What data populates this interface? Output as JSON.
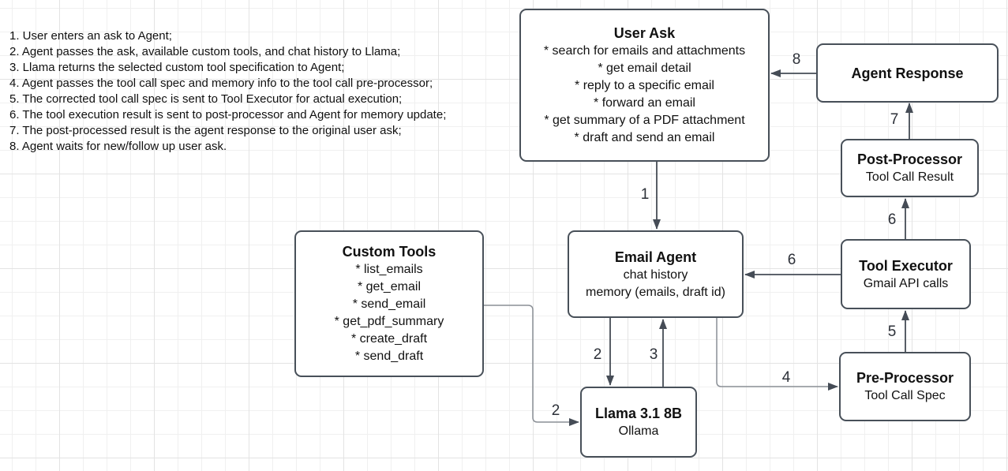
{
  "diagram": {
    "notes": [
      "1. User enters an ask to Agent;",
      "2. Agent passes the ask, available custom tools, and chat history to Llama;",
      "3. Llama returns the selected custom tool specification to Agent;",
      "4. Agent passes the tool call spec and memory info to the tool call pre-processor;",
      "5. The corrected tool call spec is sent to Tool Executor for actual execution;",
      "6. The tool execution result is sent to post-processor and Agent for memory update;",
      "7. The post-processed result is the agent response to the original user ask;",
      "8. Agent waits for new/follow up user ask."
    ],
    "nodes": {
      "user_ask": {
        "title": "User Ask",
        "lines": [
          "* search for emails and attachments",
          "* get email detail",
          "* reply to a specific email",
          "* forward an email",
          "* get summary of a PDF attachment",
          "* draft and send an email"
        ]
      },
      "agent_response": {
        "title": "Agent Response"
      },
      "post_processor": {
        "title": "Post-Processor",
        "subtitle": "Tool Call Result"
      },
      "tool_executor": {
        "title": "Tool Executor",
        "subtitle": "Gmail API calls"
      },
      "pre_processor": {
        "title": "Pre-Processor",
        "subtitle": "Tool Call Spec"
      },
      "email_agent": {
        "title": "Email Agent",
        "lines": [
          "chat history",
          "memory (emails, draft id)"
        ]
      },
      "custom_tools": {
        "title": "Custom Tools",
        "lines": [
          "* list_emails",
          "* get_email",
          "* send_email",
          "* get_pdf_summary",
          "* create_draft",
          "* send_draft"
        ]
      },
      "llama": {
        "title": "Llama 3.1 8B",
        "subtitle": "Ollama"
      }
    },
    "edge_labels": {
      "step1": "1",
      "step2_agent_llama": "2",
      "step2_tools_llama": "2",
      "step3": "3",
      "step4": "4",
      "step5": "5",
      "step6_to_agent": "6",
      "step6_to_post": "6",
      "step7": "7",
      "step8": "8"
    },
    "colors": {
      "node_border": "#485059",
      "connector": "#454c56",
      "connector_soft": "#8a8f96",
      "grid_minor": "#f0f0f0",
      "grid_major": "#e3e3e3",
      "text": "#111111"
    }
  }
}
